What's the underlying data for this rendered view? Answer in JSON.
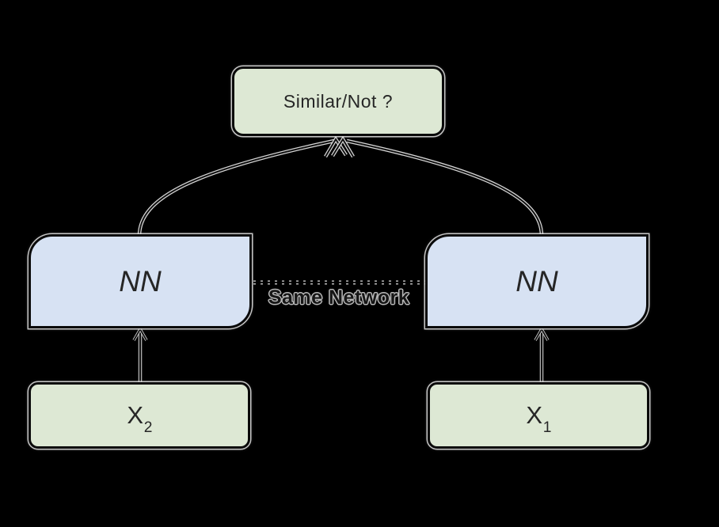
{
  "diagram": {
    "description": "Siamese neural network diagram",
    "output_box": {
      "label": "Similar/Not ?"
    },
    "nn_left": {
      "label": "NN"
    },
    "nn_right": {
      "label": "NN"
    },
    "input_x2": {
      "base": "X",
      "sub": "2"
    },
    "input_x1": {
      "base": "X",
      "sub": "1"
    },
    "same_network_label": "Same Network",
    "colors": {
      "background": "#000000",
      "green_fill": "#dde8d4",
      "blue_fill": "#d7e2f3",
      "stroke": "#0a0a0a",
      "halo": "#ededed",
      "text": "#262626"
    }
  }
}
